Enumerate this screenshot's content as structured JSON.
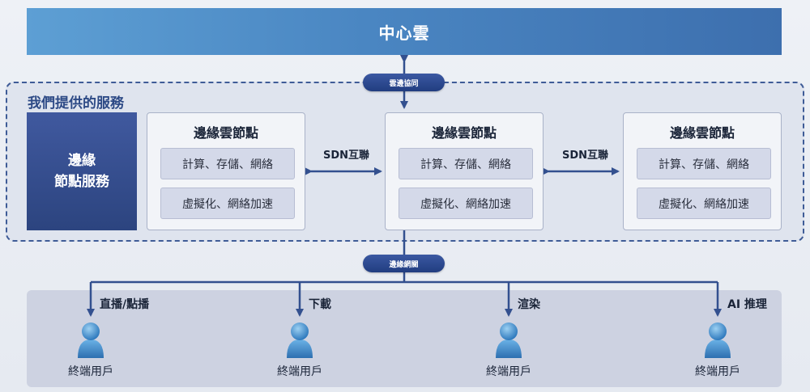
{
  "central_cloud": {
    "label": "中心雲"
  },
  "connectors": {
    "cloud_edge": "雲邊協同",
    "edge_network": "邊緣網關"
  },
  "services": {
    "title": "我們提供的服務",
    "edge_service": {
      "line1": "邊緣",
      "line2": "節點服務"
    },
    "nodes": [
      {
        "title": "邊緣雲節點",
        "items": [
          "計算、存儲、網絡",
          "虛擬化、網絡加速"
        ]
      },
      {
        "title": "邊緣雲節點",
        "items": [
          "計算、存儲、網絡",
          "虛擬化、網絡加速"
        ]
      },
      {
        "title": "邊緣雲節點",
        "items": [
          "計算、存儲、網絡",
          "虛擬化、網絡加速"
        ]
      }
    ],
    "links": [
      "SDN互聯",
      "SDN互聯"
    ]
  },
  "terminals": [
    {
      "service": "直播/點播",
      "user": "終端用戶"
    },
    {
      "service": "下載",
      "user": "終端用戶"
    },
    {
      "service": "渲染",
      "user": "終端用戶"
    },
    {
      "service": "AI 推理",
      "user": "終端用戶"
    }
  ],
  "colors": {
    "cloud": "#4a86c2",
    "accent": "#2d4a86",
    "line": "#33508f"
  }
}
